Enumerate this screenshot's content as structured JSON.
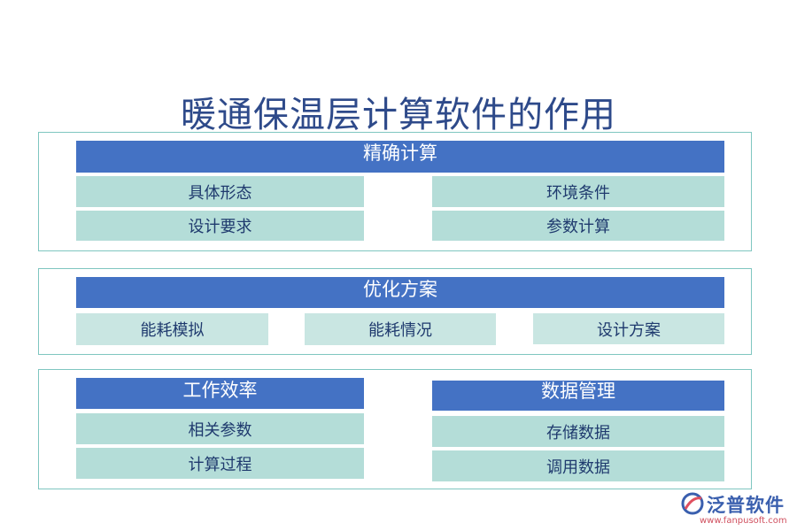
{
  "title": "暖通保温层计算软件的作用",
  "section1": {
    "header": "精确计算",
    "left_items": [
      "具体形态",
      "设计要求"
    ],
    "right_items": [
      "环境条件",
      "参数计算"
    ]
  },
  "section2": {
    "header": "优化方案",
    "items": [
      "能耗模拟",
      "能耗情况",
      "设计方案"
    ]
  },
  "section3": {
    "left": {
      "header": "工作效率",
      "items": [
        "相关参数",
        "计算过程"
      ]
    },
    "right": {
      "header": "数据管理",
      "items": [
        "存储数据",
        "调用数据"
      ]
    }
  },
  "logo": {
    "name": "泛普软件",
    "url": "www.fanpusoft.com"
  },
  "colors": {
    "header_bg": "#4472c4",
    "cell_bg": "#b4ddd8",
    "border": "#7fc6c0",
    "title": "#2e4a8a"
  }
}
